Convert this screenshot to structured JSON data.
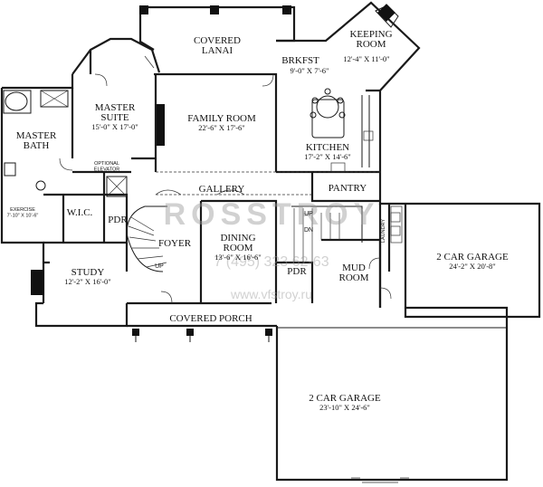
{
  "rooms": {
    "covered_lanai": {
      "name": "COVERED\nLANAI"
    },
    "keeping_room": {
      "name": "KEEPING\nROOM",
      "dims": "12'-4\" X 11'-0\""
    },
    "brkfst": {
      "name": "BRKFST",
      "dims": "9'-0\" X 7'-6\""
    },
    "master_suite": {
      "name": "MASTER\nSUITE",
      "dims": "15'-0\" X 17'-0\""
    },
    "family_room": {
      "name": "FAMILY ROOM",
      "dims": "22'-6\" X 17'-6\""
    },
    "master_bath": {
      "name": "MASTER\nBATH"
    },
    "kitchen": {
      "name": "KITCHEN",
      "dims": "17'-2\" X 14'-6\""
    },
    "optional_elevator": {
      "name": "OPTIONAL\nELEVATOR"
    },
    "gallery": {
      "name": "GALLERY"
    },
    "pantry": {
      "name": "PANTRY"
    },
    "exercise": {
      "name": "EXERCISE",
      "dims": "7'-10\" X 10'-6\""
    },
    "wic": {
      "name": "W.I.C."
    },
    "pdr_left": {
      "name": "PDR"
    },
    "foyer": {
      "name": "FOYER"
    },
    "dining_room": {
      "name": "DINING\nROOM",
      "dims": "13'-6\" X 16'-6\""
    },
    "laundry": {
      "name": "LAUNDRY"
    },
    "garage_right": {
      "name": "2 CAR GARAGE",
      "dims": "24'-2\" X 20'-8\""
    },
    "study": {
      "name": "STUDY",
      "dims": "12'-2\" X 16'-0\""
    },
    "pdr_right": {
      "name": "PDR"
    },
    "mud_room": {
      "name": "MUD\nROOM"
    },
    "covered_porch": {
      "name": "COVERED PORCH"
    },
    "garage_bottom": {
      "name": "2 CAR GARAGE",
      "dims": "23'-10\" X 24'-6\""
    }
  },
  "stair_marks": {
    "up_main": "UP",
    "up_back": "UP",
    "dn_back": "DN"
  },
  "watermark": {
    "brand": "ROSSTROY",
    "phone": "7 (495) 323 62-63",
    "site": "www.vfstroy.ru"
  }
}
